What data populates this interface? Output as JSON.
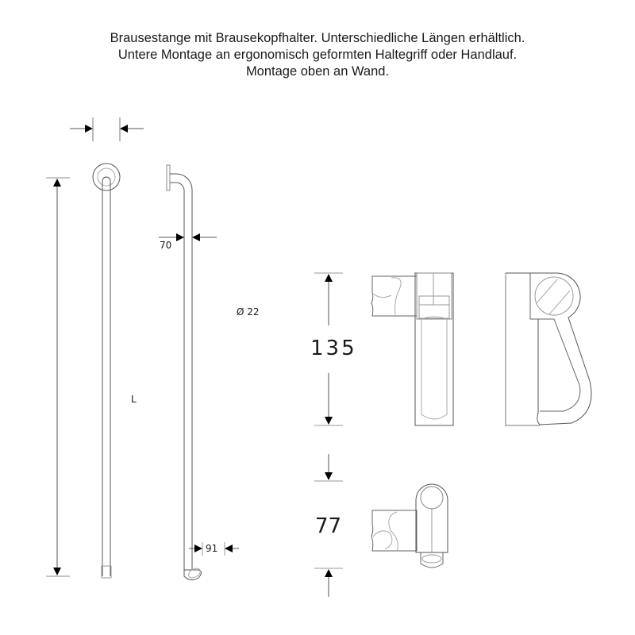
{
  "caption": {
    "lines": [
      "Brausestange mit Brausekopfhalter. Unterschiedliche Längen erhältlich.",
      "Untere Montage an ergonomisch geformten Haltegriff oder Handlauf.",
      "Montage oben an Wand."
    ]
  },
  "dimensions": {
    "length": "L",
    "wall_offset": "70",
    "diameter": "Ø 22",
    "bottom_offset": "91",
    "holder_height": "135",
    "lower_holder_height": "77"
  },
  "colors": {
    "line": "#555555",
    "light_line": "#999999",
    "arrow": "#000000"
  }
}
